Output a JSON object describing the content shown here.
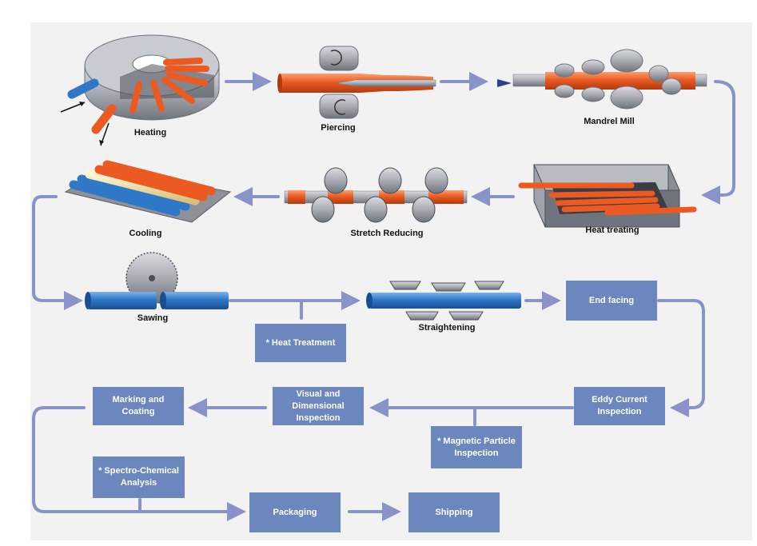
{
  "colors": {
    "arrow": "#8a93c9",
    "box": "#6b87be",
    "hot_tube": "#ec5a22",
    "cold_tube": "#2f78c8",
    "pale_tube": "#f2e4a8",
    "steel": "#a8abb2",
    "steel_dark": "#6f737b",
    "background": "#f2f2f2"
  },
  "stages": {
    "heating": "Heating",
    "piercing": "Piercing",
    "mandrel_mill": "Mandrel Mill",
    "heat_treating": "Heat treating",
    "stretch_reducing": "Stretch Reducing",
    "cooling": "Cooling",
    "sawing": "Sawing",
    "straightening": "Straightening"
  },
  "boxes": {
    "end_facing": "End facing",
    "heat_treatment": "* Heat Treatment",
    "eddy_current": "Eddy Current\nInspection",
    "visual_dimensional": "Visual and\nDimensional\nInspection",
    "marking_coating": "Marking and\nCoating",
    "magnetic_particle": "* Magnetic Particle\nInspection",
    "spectro_chemical": "* Spectro-Chemical\nAnalysis",
    "packaging": "Packaging",
    "shipping": "Shipping"
  }
}
